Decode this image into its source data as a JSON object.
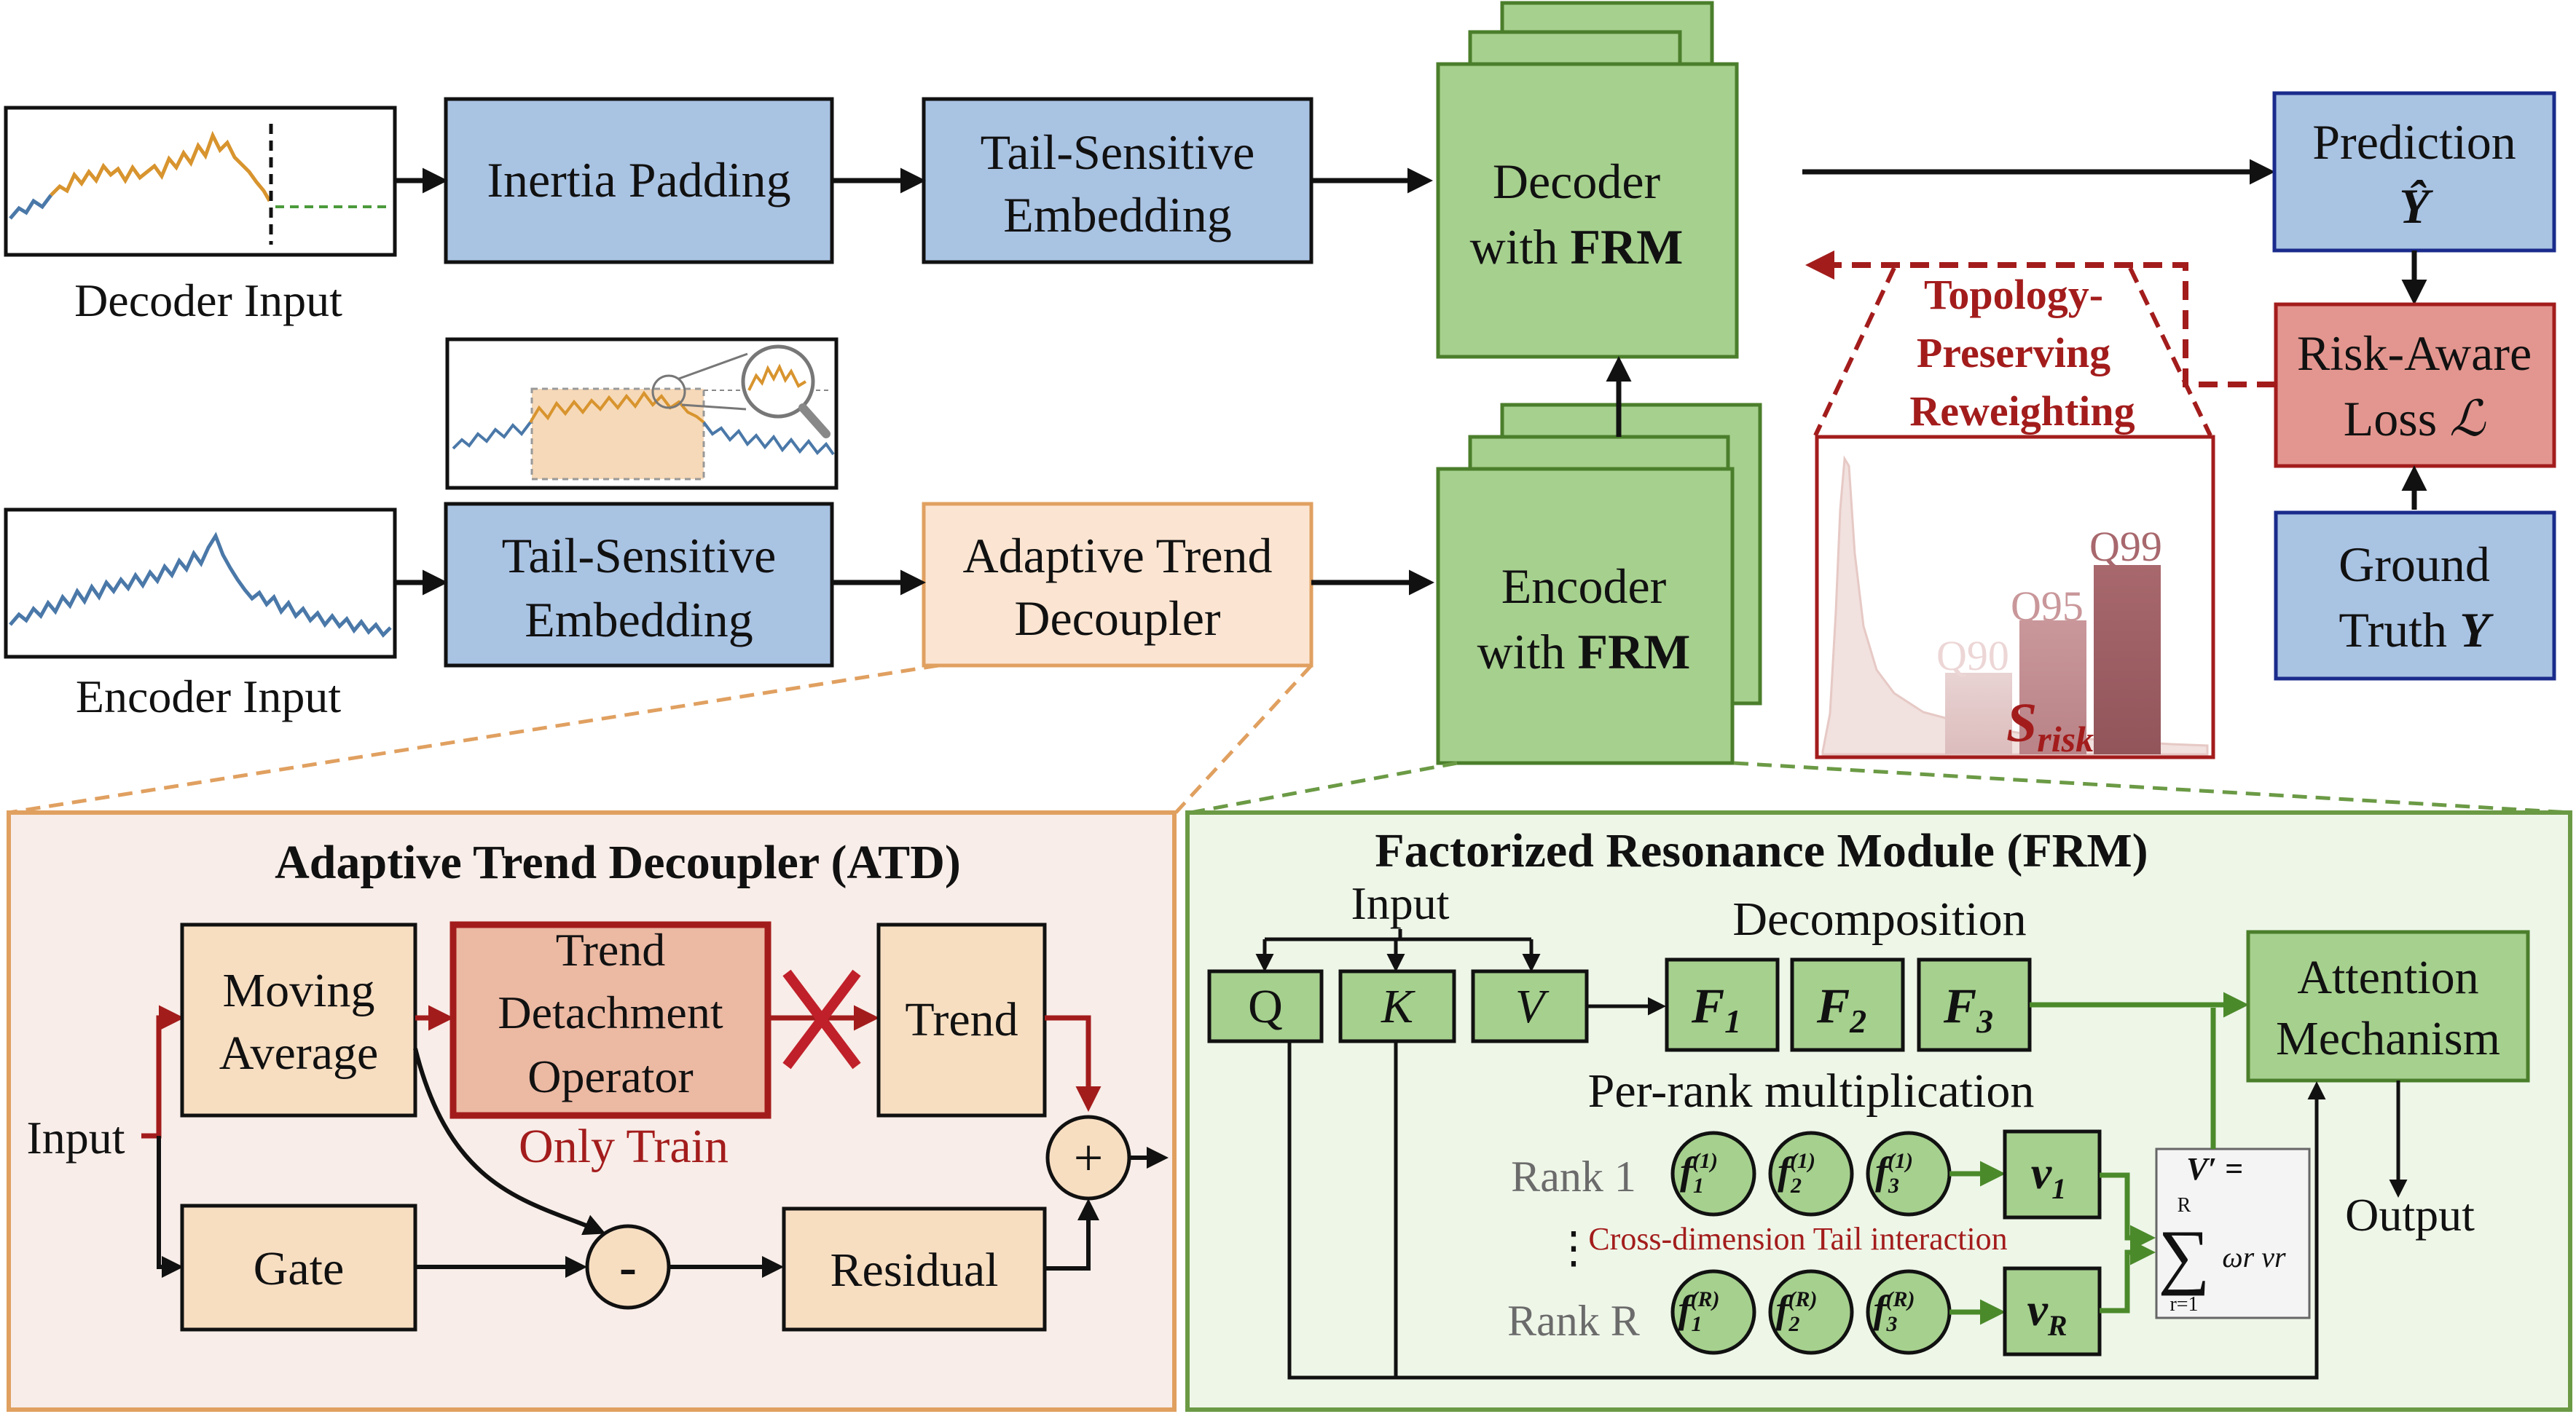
{
  "top": {
    "decoder_input_caption": "Decoder Input",
    "encoder_input_caption": "Encoder Input",
    "inertia_padding": "Inertia Padding",
    "tail_embedding_line1": "Tail-Sensitive",
    "tail_embedding_line2": "Embedding",
    "atd_box_line1": "Adaptive Trend",
    "atd_box_line2": "Decoupler",
    "decoder_line1": "Decoder",
    "decoder_line2_prefix": "with ",
    "decoder_line2_bold": "FRM",
    "encoder_line1": "Encoder",
    "encoder_line2_prefix": "with ",
    "encoder_line2_bold": "FRM",
    "prediction_label": "Prediction",
    "prediction_symbol": "Ŷ",
    "risk_line1": "Risk-Aware",
    "risk_line2_prefix": "Loss ",
    "risk_line2_symbol": "ℒ",
    "ground_truth_line1": "Ground",
    "ground_truth_line2_prefix": "Truth ",
    "ground_truth_line2_symbol": "Y",
    "reweighting_line1": "Topology-",
    "reweighting_line2": "Preserving",
    "reweighting_line3": "Reweighting",
    "quantiles": [
      "Q90",
      "Q95",
      "Q99"
    ],
    "srisk_base": "S",
    "srisk_sub": "risk"
  },
  "atd": {
    "title": "Adaptive Trend Decoupler (ATD)",
    "input_label": "Input",
    "moving_average_line1": "Moving",
    "moving_average_line2": "Average",
    "operator_line1": "Trend",
    "operator_line2": "Detachment",
    "operator_line3": "Operator",
    "only_train": "Only Train",
    "trend": "Trend",
    "gate": "Gate",
    "residual": "Residual",
    "minus": "-",
    "plus": "+"
  },
  "frm": {
    "title": "Factorized Resonance Module (FRM)",
    "input_label": "Input",
    "q": "Q",
    "k": "K",
    "v": "V",
    "decomposition": "Decomposition",
    "factors": [
      "F",
      "F",
      "F"
    ],
    "factor_subs": [
      "1",
      "2",
      "3"
    ],
    "per_rank": "Per-rank multiplication",
    "rank1": "Rank 1",
    "rankR": "Rank R",
    "ellipsis": "⋮",
    "cross_dim": "Cross-dimension Tail interaction",
    "rank1_factors": [
      "f",
      "f",
      "f"
    ],
    "rank1_subs": [
      "1",
      "2",
      "3"
    ],
    "rank1_sups": [
      "(1)",
      "(1)",
      "(1)"
    ],
    "rankR_sups": [
      "(R)",
      "(R)",
      "(R)"
    ],
    "v1_base": "v",
    "v1_sub": "1",
    "vR_base": "v",
    "vR_sub": "R",
    "vprime": "V′ =",
    "sum_top": "R",
    "sum_bottom": "r=1",
    "sum_body": "ωr vr",
    "attention_line1": "Attention",
    "attention_line2": "Mechanism",
    "output": "Output"
  },
  "colors": {
    "blue_fill": "#a9c3e3",
    "blue_stroke": "#1a2b8c",
    "green_fill": "#a6d08e",
    "green_stroke": "#4b7e2b",
    "peach_fill": "#f8dec1",
    "peach_stroke": "#e0a060",
    "dark_red": "#a31c1c",
    "red_fill": "#e3968f",
    "atd_panel": "#f8ede8",
    "frm_panel": "#eef6e8"
  }
}
